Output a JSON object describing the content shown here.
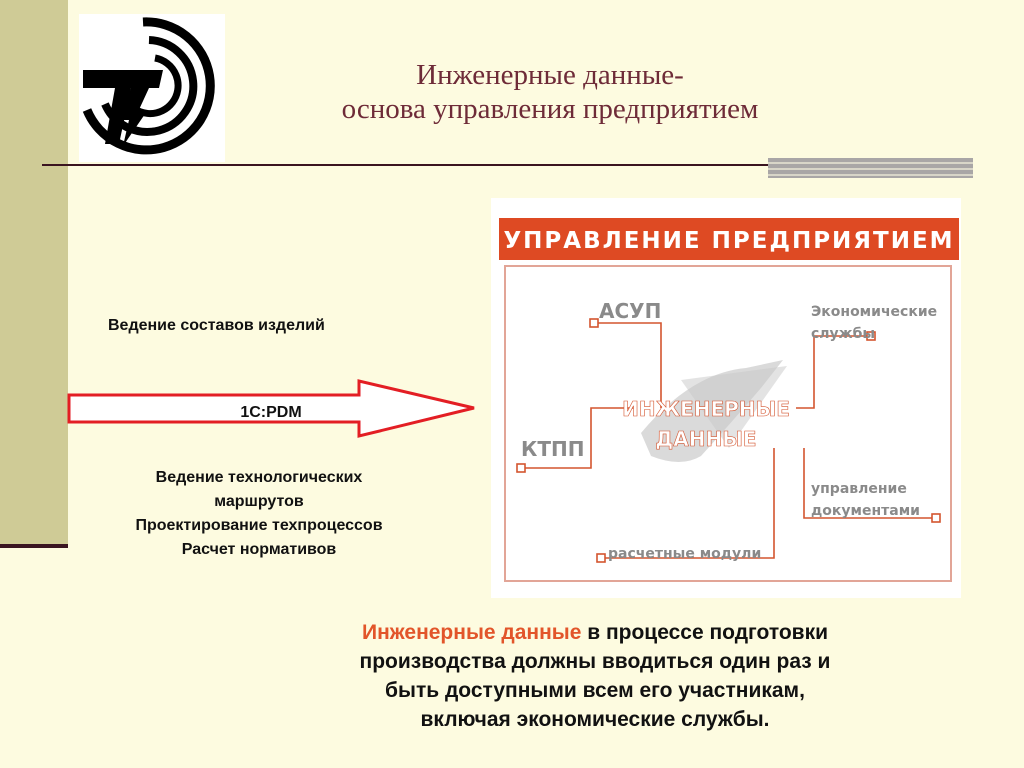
{
  "slide": {
    "title_line1": "Инженерные данные-",
    "title_line2": "основа управления предприятием"
  },
  "left": {
    "bom_label": "Ведение составов изделий",
    "arrow_label": "1С:PDM",
    "tech_lines": [
      "Ведение технологических",
      "маршрутов",
      "Проектирование техпроцессов",
      "Расчет нормативов"
    ]
  },
  "diagram": {
    "header": "УПРАВЛЕНИЕ ПРЕДПРИЯТИЕМ",
    "asup": "АСУП",
    "econ_line1": "Экономические",
    "econ_line2": "службы",
    "center_line1": "ИНЖЕНЕРНЫЕ",
    "center_line2": "ДАННЫЕ",
    "ktpp": "КТПП",
    "docs_line1": "управление",
    "docs_line2": "документами",
    "calc": "расчетные модули"
  },
  "bottom": {
    "highlight": "Инженерные данные",
    "line1_rest": " в процессе подготовки",
    "line2": "производства должны вводиться один раз и",
    "line3": "быть доступными всем его участникам,",
    "line4": "включая экономические службы."
  },
  "colors": {
    "title": "#6e2b38",
    "header_bg": "#de4a23",
    "diagram_line": "#d4552f",
    "diagram_text": "#8a8a8a",
    "highlight": "#e2552a",
    "arrow_stroke": "#e31e24",
    "side_bar": "#cfcb96",
    "background": "#fdfbe0"
  }
}
